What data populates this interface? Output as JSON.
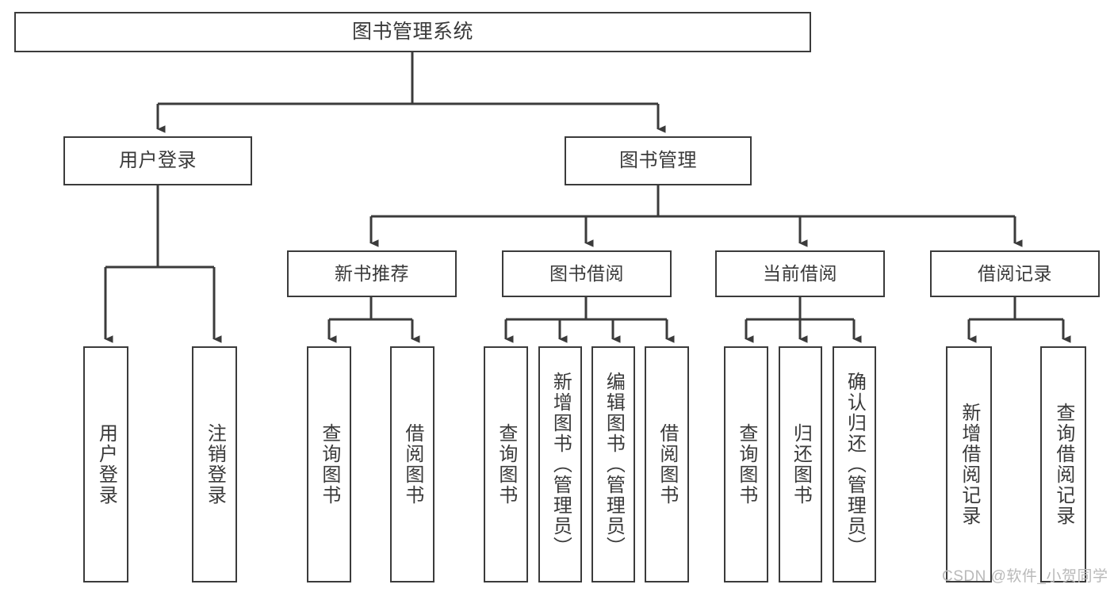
{
  "diagram": {
    "type": "hierarchy-tree",
    "title": "图书管理系统",
    "colors": {
      "box_border": "#3b3b3b",
      "box_fill": "#ffffff",
      "edge": "#3b3b3b",
      "text": "#3a3a3a",
      "watermark": "#b9b9b9",
      "background": "#ffffff"
    },
    "watermark": "CSDN @软件_小贺同学",
    "nodes": {
      "root": {
        "label": "图书管理系统"
      },
      "level2": [
        {
          "id": "user-login",
          "label": "用户登录"
        },
        {
          "id": "book-manage",
          "label": "图书管理"
        }
      ],
      "level3": [
        {
          "id": "new-book-recommend",
          "label": "新书推荐"
        },
        {
          "id": "book-borrow",
          "label": "图书借阅"
        },
        {
          "id": "current-borrow",
          "label": "当前借阅"
        },
        {
          "id": "borrow-record",
          "label": "借阅记录"
        }
      ],
      "leaves": [
        {
          "id": "leaf-user-login",
          "label": "用户登录",
          "parent": "user-login"
        },
        {
          "id": "leaf-logout",
          "label": "注销登录",
          "parent": "user-login"
        },
        {
          "id": "leaf-query-book-1",
          "label": "查询图书",
          "parent": "new-book-recommend"
        },
        {
          "id": "leaf-borrow-book-1",
          "label": "借阅图书",
          "parent": "new-book-recommend"
        },
        {
          "id": "leaf-query-book-2",
          "label": "查询图书",
          "parent": "book-borrow"
        },
        {
          "id": "leaf-add-book",
          "label": "新增图书（管理员）",
          "parent": "book-borrow"
        },
        {
          "id": "leaf-edit-book",
          "label": "编辑图书（管理员）",
          "parent": "book-borrow"
        },
        {
          "id": "leaf-borrow-book-2",
          "label": "借阅图书",
          "parent": "book-borrow"
        },
        {
          "id": "leaf-query-book-3",
          "label": "查询图书",
          "parent": "current-borrow"
        },
        {
          "id": "leaf-return-book",
          "label": "归还图书",
          "parent": "current-borrow"
        },
        {
          "id": "leaf-confirm-return",
          "label": "确认归还（管理员）",
          "parent": "current-borrow"
        },
        {
          "id": "leaf-add-record",
          "label": "新增借阅记录",
          "parent": "borrow-record"
        },
        {
          "id": "leaf-query-record",
          "label": "查询借阅记录",
          "parent": "borrow-record"
        }
      ]
    }
  }
}
